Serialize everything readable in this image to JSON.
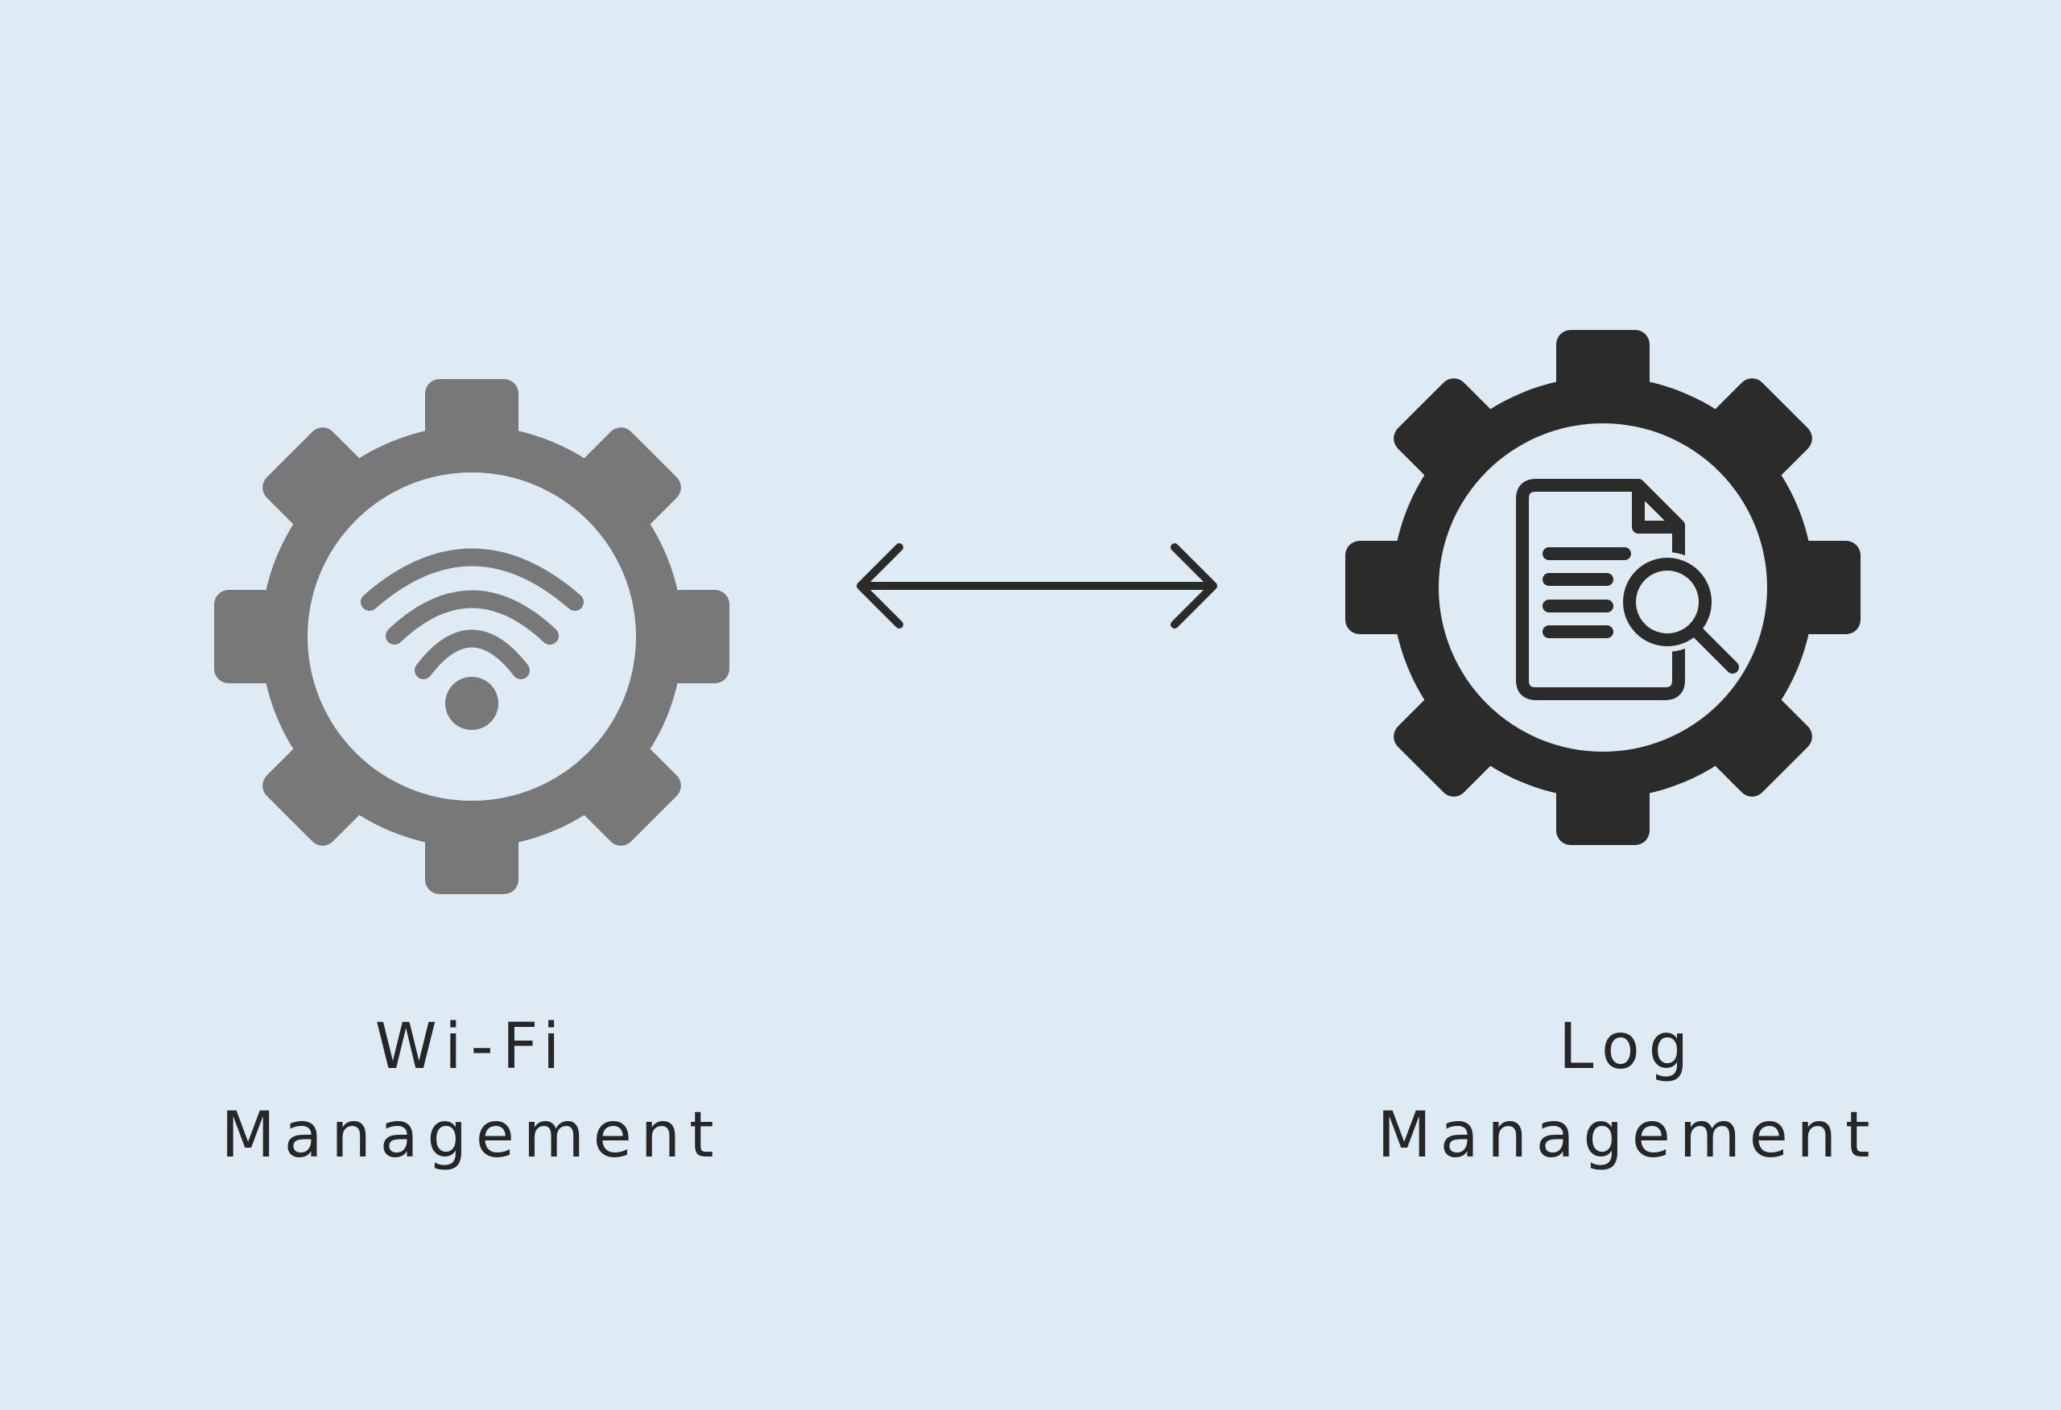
{
  "nodes": [
    {
      "id": "wifi",
      "title_line1": "Wi-Fi",
      "title_line2": "Management",
      "icon": "wifi-gear-icon",
      "color": "#787878"
    },
    {
      "id": "log",
      "title_line1": "Log",
      "title_line2": "Management",
      "icon": "log-search-gear-icon",
      "color": "#2b2b2a"
    }
  ],
  "connector": {
    "type": "bidirectional-arrow",
    "color": "#2b2b2a"
  },
  "background": "#deebf4"
}
